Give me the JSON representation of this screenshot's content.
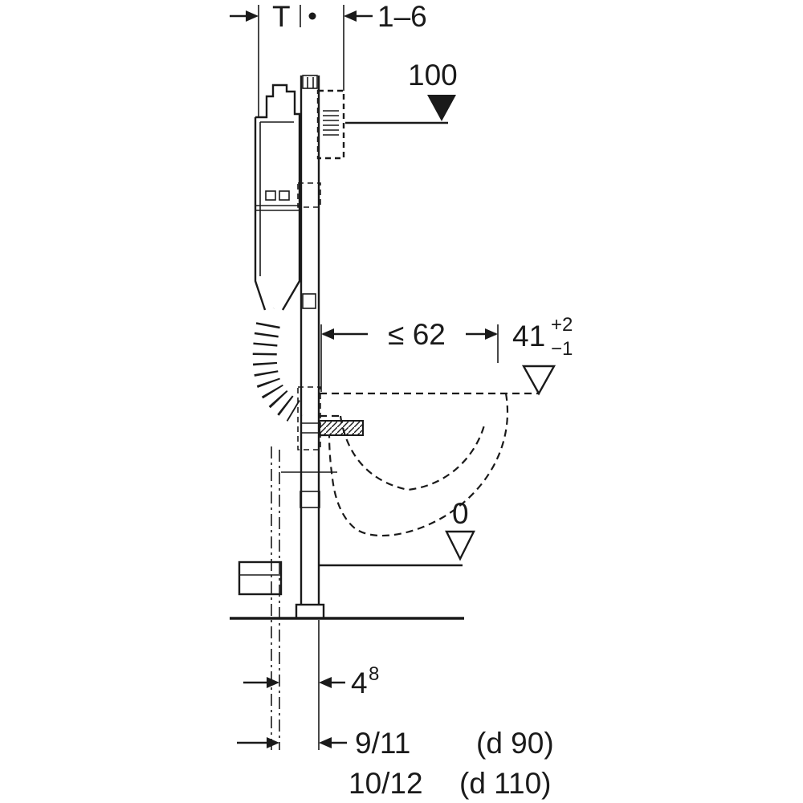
{
  "drawing": {
    "title": "wall-frame installation dimension drawing",
    "background": "#ffffff",
    "line_color": "#1a1a1a",
    "dims": {
      "t_label": "T",
      "tile_range": "1–6",
      "top_level": "100",
      "depth_max": "≤ 62",
      "seat_height": "41",
      "seat_height_tol_plus": "+2",
      "seat_height_tol_minus": "−1",
      "floor_level": "0",
      "offset_value": "4",
      "offset_sup": "8",
      "drain_d90_value": "9/11",
      "drain_d90_note": "(d 90)",
      "drain_d110_value": "10/12",
      "drain_d110_note": "(d 110)"
    }
  }
}
